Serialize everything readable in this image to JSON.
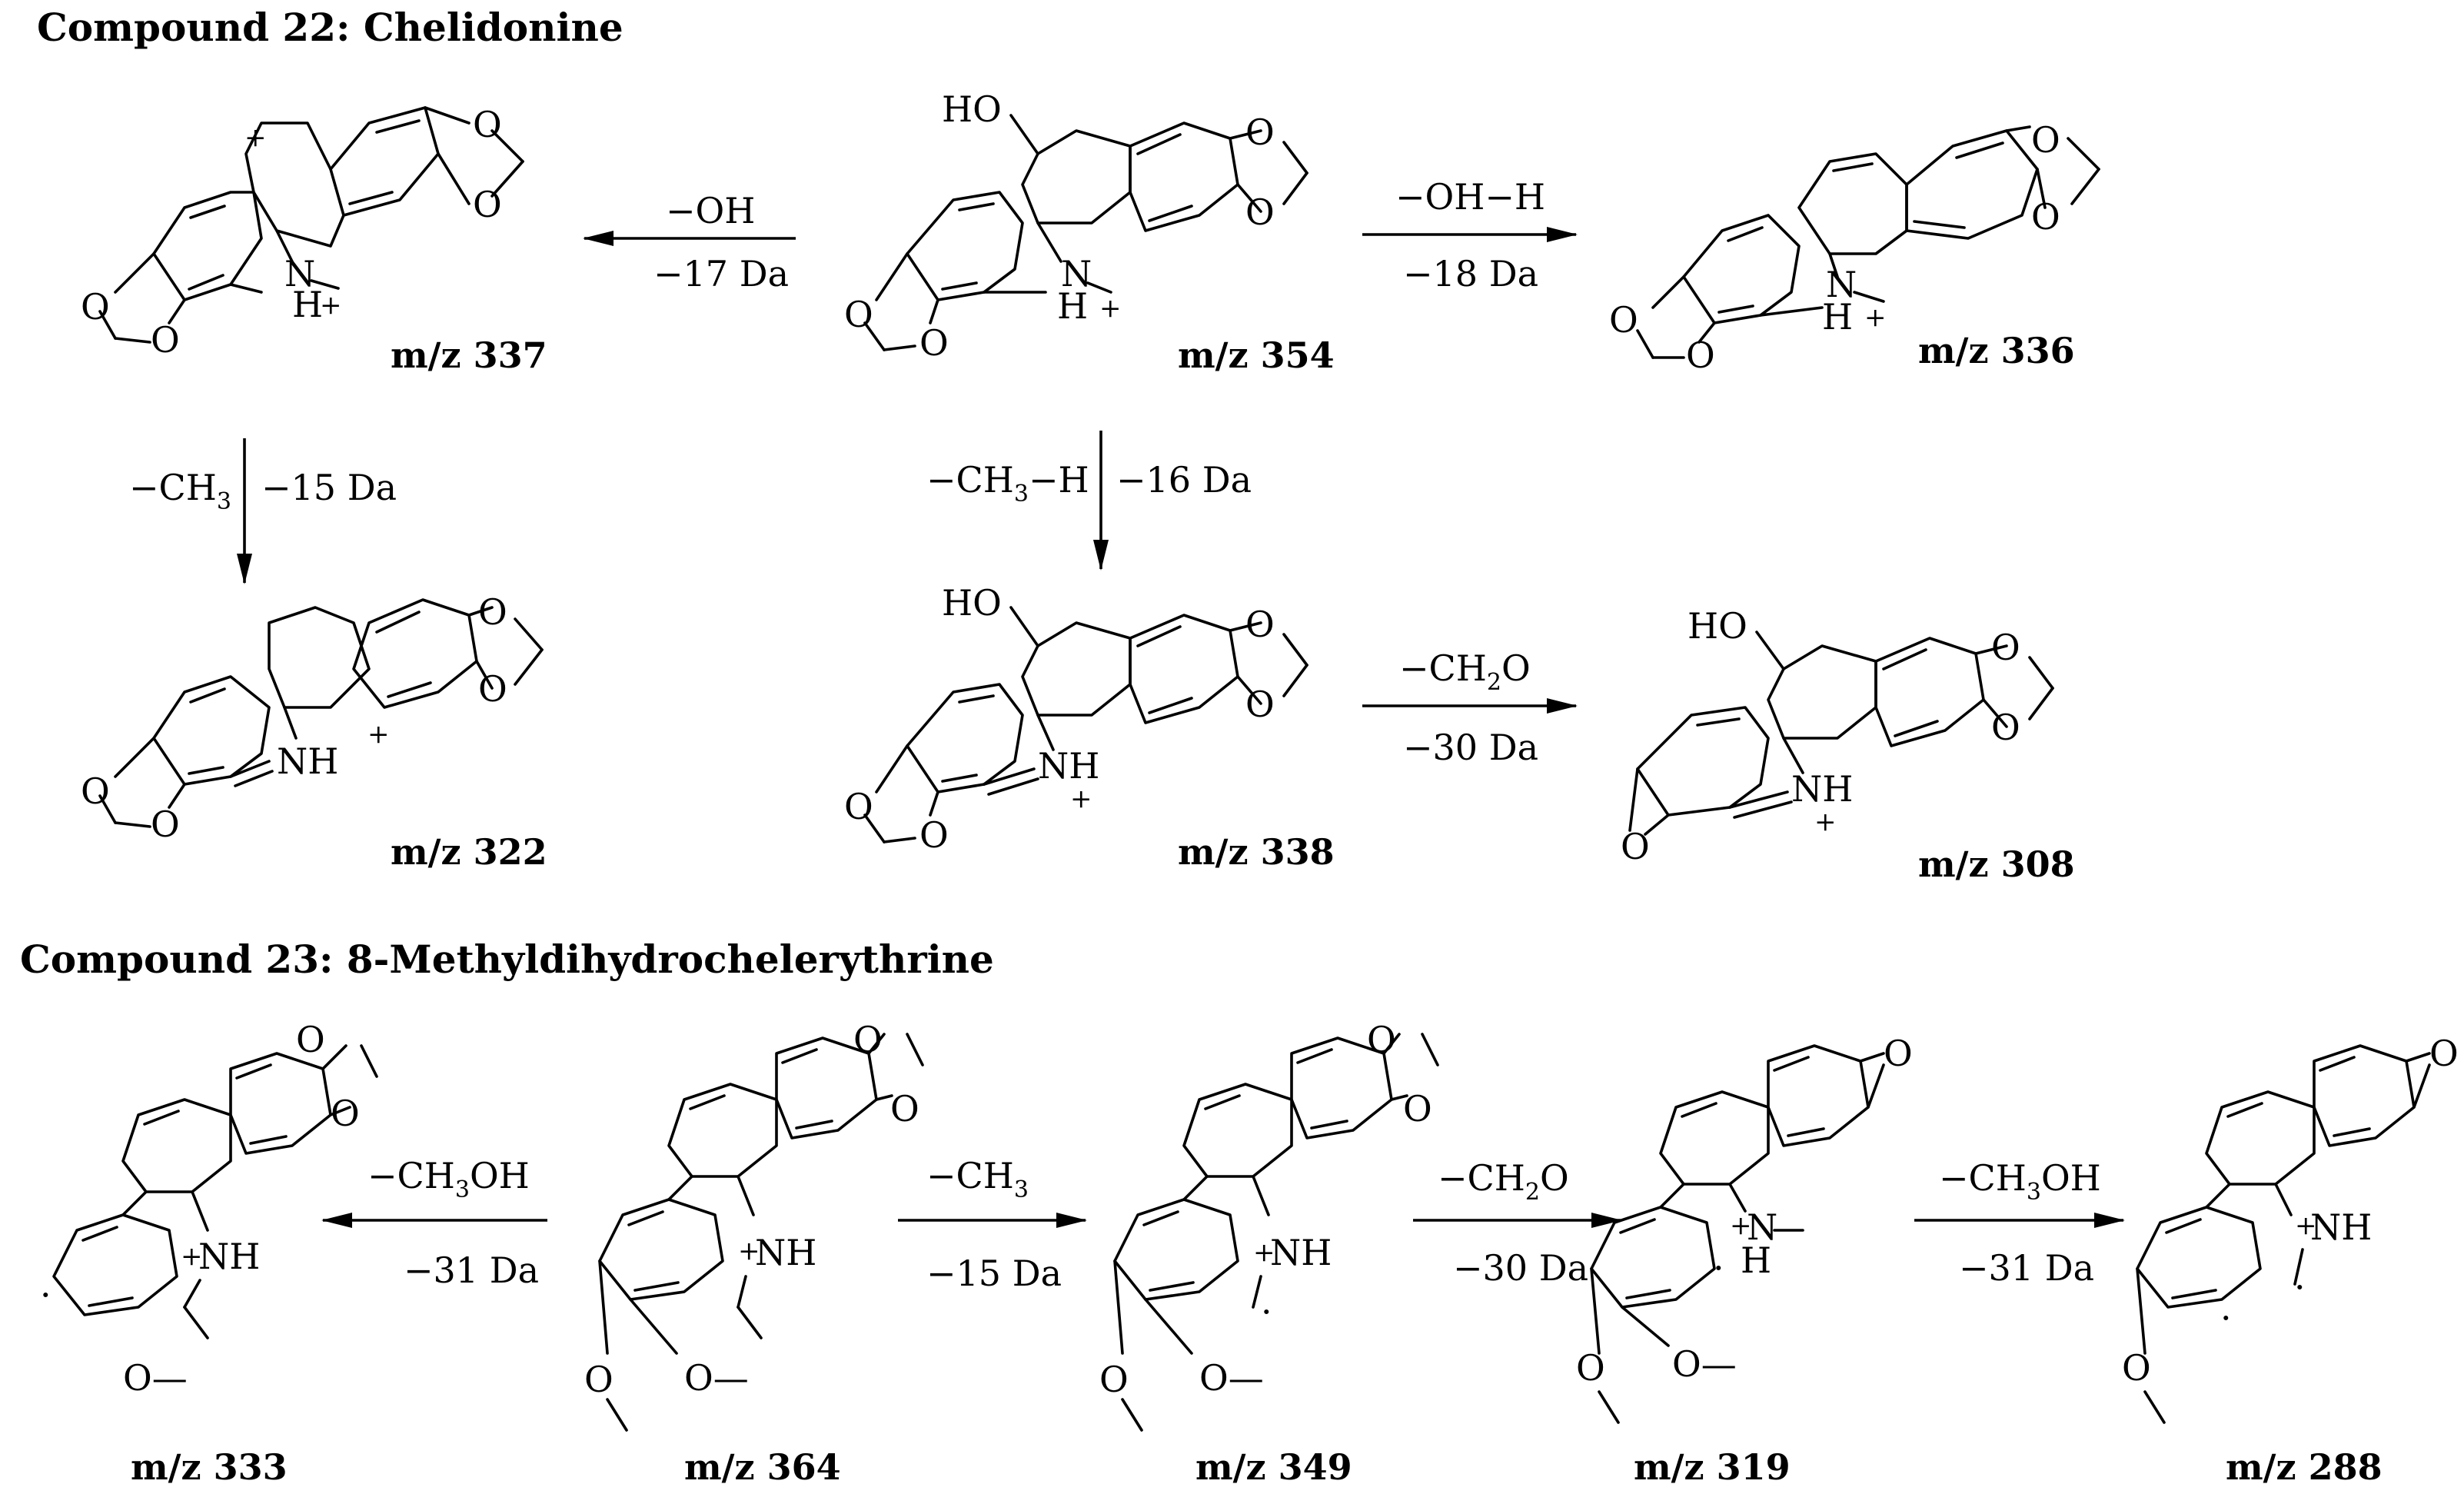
{
  "sections": [
    {
      "id": "s22",
      "title": "Compound 22: Chelidonine"
    },
    {
      "id": "s23",
      "title": "Compound 23: 8-Methyldihydrochelerythrine"
    }
  ],
  "labels": {
    "mz337": "m/z 337",
    "mz354": "m/z 354",
    "mz336": "m/z 336",
    "mz322": "m/z 322",
    "mz338": "m/z 338",
    "mz308": "m/z 308",
    "mz333": "m/z 333",
    "mz364": "m/z 364",
    "mz349": "m/z 349",
    "mz319": "m/z 319",
    "mz288": "m/z 288"
  },
  "reactions": {
    "r1_top": "−OH",
    "r1_bottom": "−17 Da",
    "r2_top": "−OH−H",
    "r2_bottom": "−18 Da",
    "r3_left_pre": "−CH",
    "r3_left_sub": "3",
    "r3_right": "−15 Da",
    "r4_left_pre": "−CH",
    "r4_left_sub": "3",
    "r4_left_post": "−H",
    "r4_right": "−16 Da",
    "r5_top_pre": "−CH",
    "r5_top_sub": "2",
    "r5_top_post": "O",
    "r5_bottom": "−30 Da",
    "r6_top_pre": "−CH",
    "r6_top_sub": "3",
    "r6_top_post": "OH",
    "r6_bottom": "−31 Da",
    "r7_top_pre": "−CH",
    "r7_top_sub": "3",
    "r7_bottom": "−15 Da",
    "r8_top_pre": "−CH",
    "r8_top_sub": "2",
    "r8_top_post": "O",
    "r8_bottom": "−30 Da",
    "r9_top_pre": "−CH",
    "r9_top_sub": "3",
    "r9_top_post": "OH",
    "r9_bottom": "−31 Da"
  },
  "atoms": {
    "O": "O",
    "HO": "HO",
    "N": "N",
    "H": "H",
    "NH": "NH",
    "plus": "+",
    "dot": "·",
    "Omethoxy": "O—"
  }
}
